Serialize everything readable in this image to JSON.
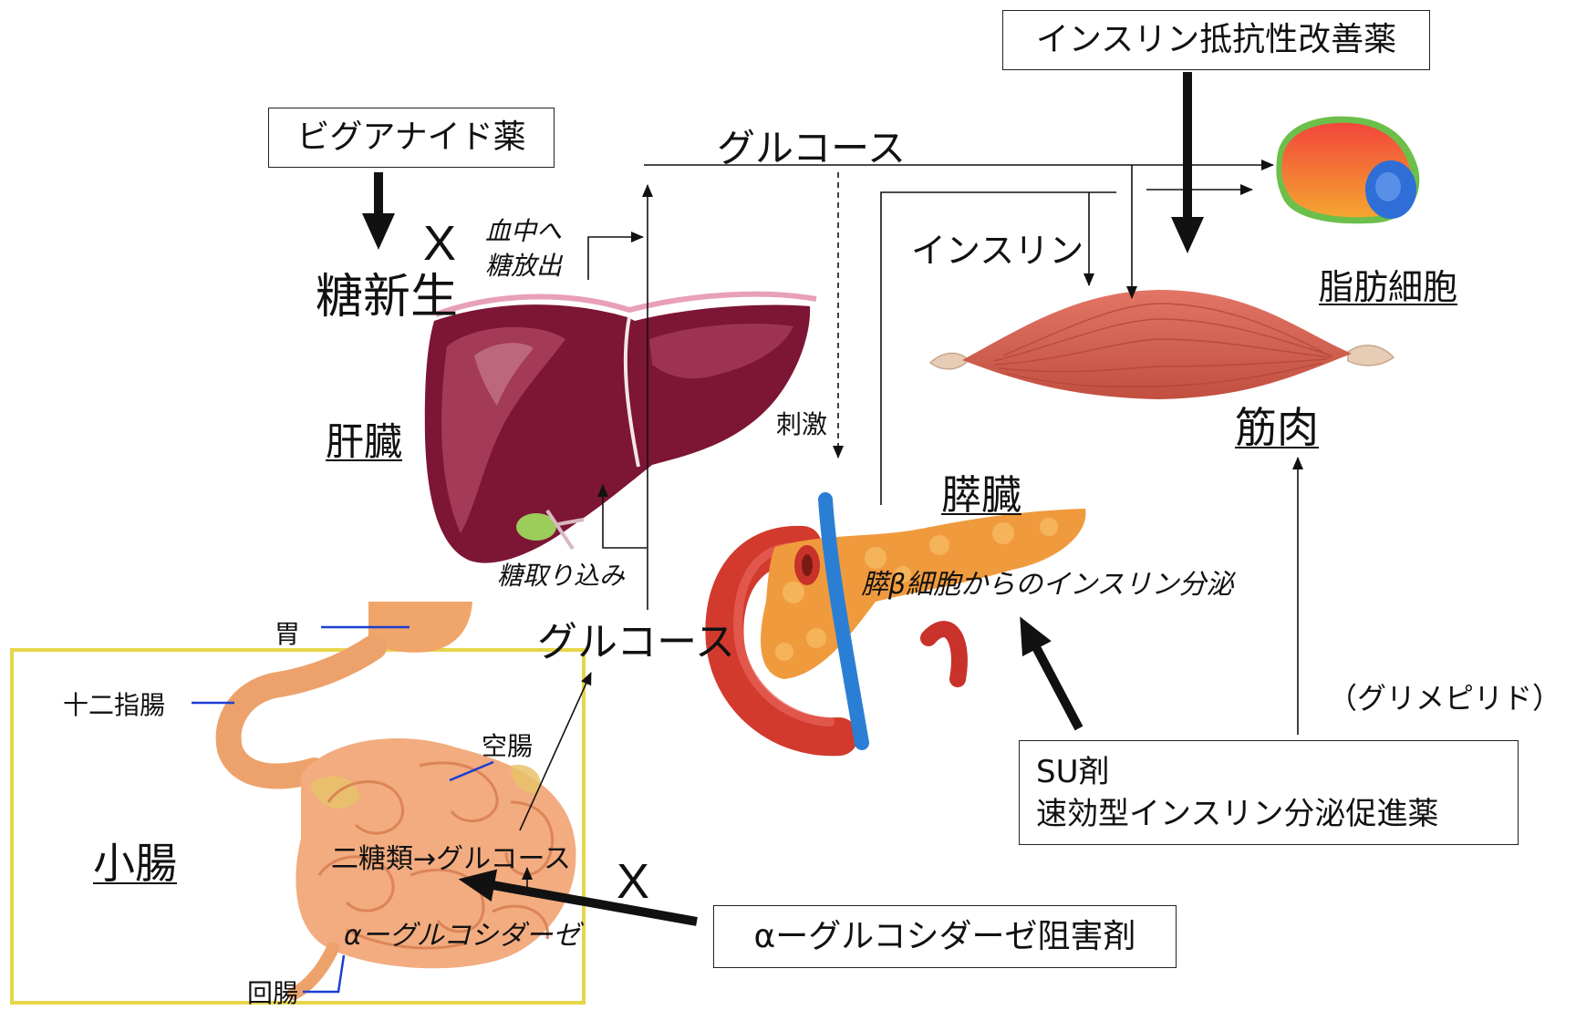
{
  "drug_boxes": {
    "insulin_sensitizer": "インスリン抵抗性改善薬",
    "biguanide": "ビグアナイド薬",
    "su_line1": "SU剤",
    "su_line2": "速効型インスリン分泌促進薬",
    "alpha_gi": "αーグルコシダーゼ阻害剤"
  },
  "organs": {
    "liver": "肝臓",
    "pancreas": "膵臓",
    "muscle": "筋肉",
    "fat_cell": "脂肪細胞",
    "small_intestine": "小腸",
    "stomach": "胃",
    "duodenum": "十二指腸",
    "jejunum": "空腸",
    "ileum": "回腸"
  },
  "labels": {
    "glucose_top": "グルコース",
    "glucose_mid": "グルコース",
    "gluconeogenesis": "糖新生",
    "release_line1": "血中へ",
    "release_line2": "糖放出",
    "uptake": "糖取り込み",
    "stimulus": "刺激",
    "insulin": "インスリン",
    "beta_cell_secretion": "膵β細胞からのインスリン分泌",
    "glimepiride": "（グリメピリド）",
    "disaccharide": "二糖類→グルコース",
    "alpha_glucosidase": "αーグルコシダーゼ",
    "block_mark_liver": "X",
    "block_mark_intestine": "X"
  },
  "colors": {
    "liver": "#7d1535",
    "pancreas": "#f09a3e",
    "muscle": "#d4604f",
    "vein": "#2a7fd4",
    "pointer_line": "#1a3fd1",
    "intestine_box": "#e6d64a"
  }
}
